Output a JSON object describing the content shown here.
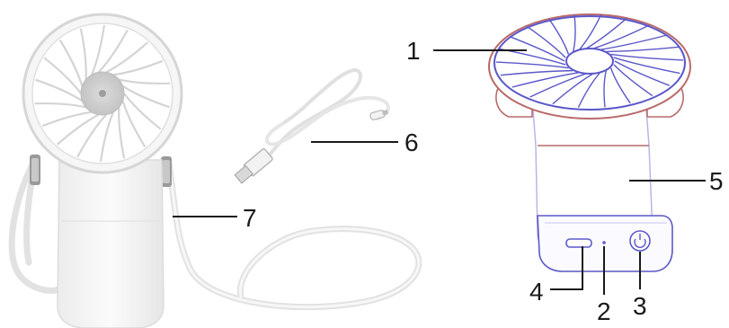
{
  "callouts": [
    {
      "id": "c1",
      "text": "1"
    },
    {
      "id": "c2",
      "text": "2"
    },
    {
      "id": "c3",
      "text": "3"
    },
    {
      "id": "c4",
      "text": "4"
    },
    {
      "id": "c5",
      "text": "5"
    },
    {
      "id": "c6",
      "text": "6"
    },
    {
      "id": "c7",
      "text": "7"
    }
  ],
  "colors": {
    "product_white": "#f4f4f4",
    "outline_gray": "#d0d0d0",
    "blade_gray": "#e9e9e9",
    "sketch_blue": "#5b58c9",
    "sketch_red": "#b96a6a",
    "leader": "#1a1a1a"
  }
}
